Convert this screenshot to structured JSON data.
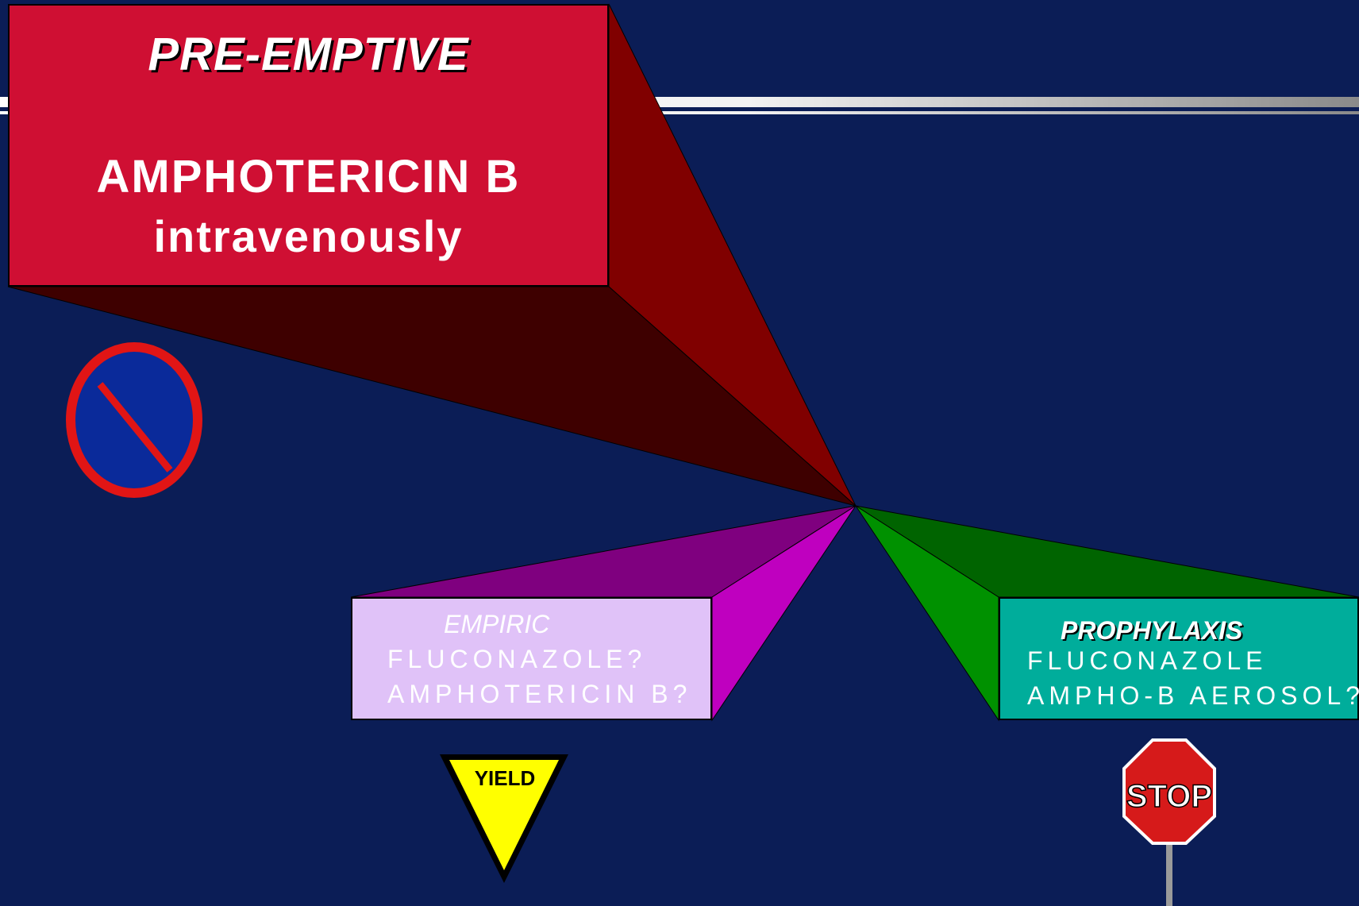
{
  "pre_emptive": {
    "heading": "PRE-EMPTIVE",
    "drug": "AMPHOTERICIN B",
    "route": "intravenously",
    "color": "#cf0f33"
  },
  "empiric": {
    "heading": "EMPIRIC",
    "lines": [
      "FLUCONAZOLE?",
      "AMPHOTERICIN B?"
    ],
    "color": "#e0c2f8"
  },
  "prophylaxis": {
    "heading": "PROPHYLAXIS",
    "lines": [
      "FLUCONAZOLE",
      "AMPHO-B AEROSOL?"
    ],
    "color": "#00ad9b"
  },
  "signs": {
    "no_parking": "no-parking-sign-icon",
    "yield_label": "YIELD",
    "stop_label": "STOP"
  },
  "background_color": "#0b1d56"
}
